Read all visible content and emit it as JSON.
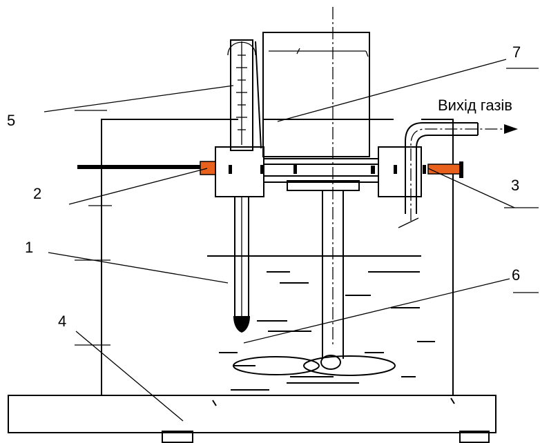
{
  "labels": {
    "l1": "1",
    "l2": "2",
    "l3": "3",
    "l4": "4",
    "l5": "5",
    "l6": "6",
    "l7": "7",
    "gas_outlet": "Вихід газів"
  },
  "colors": {
    "line": "#000000",
    "accent": "#e8621e",
    "background": "#ffffff"
  }
}
